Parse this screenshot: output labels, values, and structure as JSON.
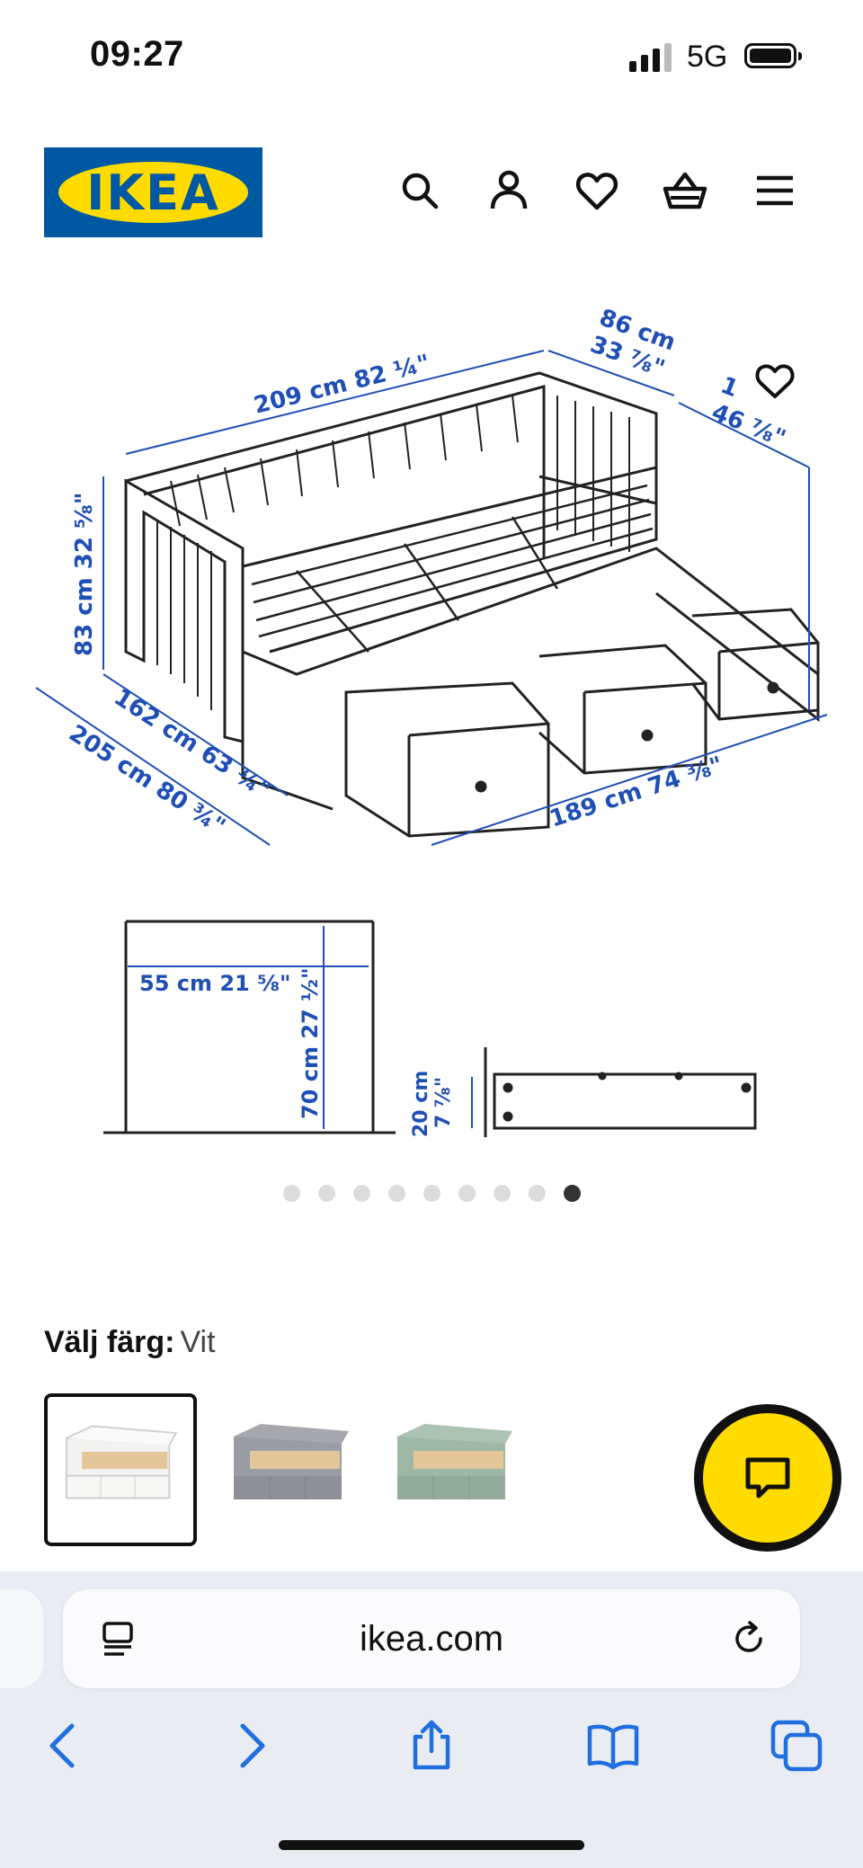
{
  "status_bar": {
    "time": "09:27",
    "network": "5G"
  },
  "header": {
    "logo_text": "IKEA"
  },
  "product_image": {
    "dimensions": {
      "length_top": "209 cm 82 ¼\"",
      "depth_top_cm": "86 cm",
      "depth_top_in": "33 ⅞\"",
      "side_cm": "1",
      "side_in": "46 ⅞\"",
      "height": "83 cm 32 ⅝\"",
      "inner_width": "162 cm 63 ¾\"",
      "outer_width": "205 cm 80 ¾\"",
      "front_length": "189 cm 74 ⅜\"",
      "drawer_width": "55 cm 21 ⅝\"",
      "drawer_height": "70 cm 27 ½\"",
      "base_height_cm": "20 cm",
      "base_height_in": "7 ⅞\""
    },
    "carousel_total": 9,
    "carousel_active": 9
  },
  "color": {
    "label": "Välj färg:",
    "value": "Vit",
    "swatches": [
      {
        "name": "white",
        "color": "#f2f2f0"
      },
      {
        "name": "grey",
        "color": "#9a9ca3"
      },
      {
        "name": "green",
        "color": "#9fb7a5"
      }
    ]
  },
  "browser": {
    "url": "ikea.com"
  },
  "colors": {
    "ikea_blue": "#0058a3",
    "ikea_yellow": "#ffdb00",
    "dimension_blue": "#1f4fb5"
  }
}
